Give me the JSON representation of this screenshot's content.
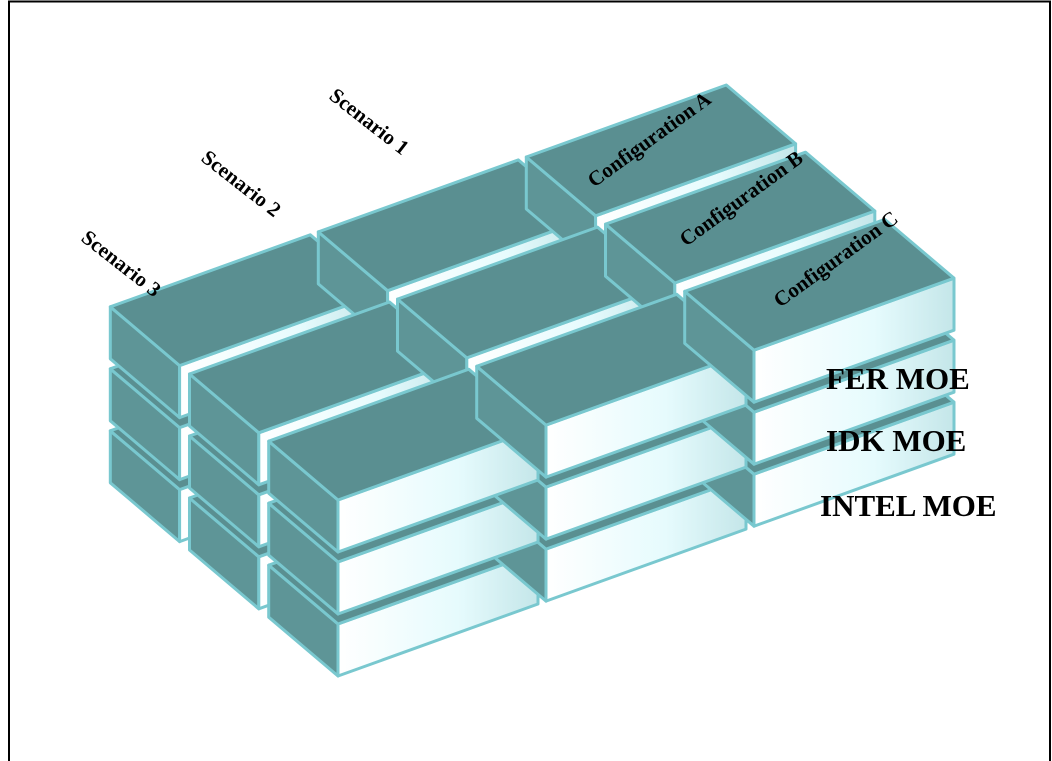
{
  "scenarios": [
    "Scenario 1",
    "Scenario 2",
    "Scenario 3"
  ],
  "configurations": [
    "Configuration A",
    "Configuration B",
    "Configuration C"
  ],
  "moes": [
    "FER MOE",
    "IDK MOE",
    "INTEL MOE"
  ],
  "colors": {
    "top_face": "#5a8f91",
    "left_face": "#5e9597",
    "right_face_light": "#f3ffff",
    "right_face_dark": "#bfe3e6",
    "edge": "#79c8cf",
    "frame": "#000000"
  }
}
